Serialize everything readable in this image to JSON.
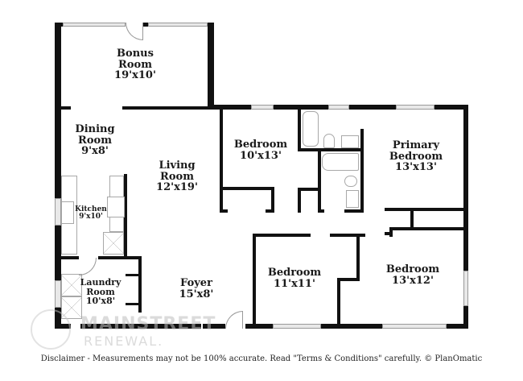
{
  "floorplan": {
    "rooms": [
      {
        "id": "bonus-room",
        "name": "Bonus\nRoom",
        "name_lines": [
          "Bonus",
          "Room"
        ],
        "dimensions": "19'x10'"
      },
      {
        "id": "dining-room",
        "name_lines": [
          "Dining",
          "Room"
        ],
        "dimensions": "9'x8'"
      },
      {
        "id": "living-room",
        "name_lines": [
          "Living",
          "Room"
        ],
        "dimensions": "12'x19'"
      },
      {
        "id": "kitchen",
        "name_lines": [
          "Kitchen"
        ],
        "dimensions": "9'x10'"
      },
      {
        "id": "bedroom-1",
        "name_lines": [
          "Bedroom"
        ],
        "dimensions": "10'x13'"
      },
      {
        "id": "primary-bedroom",
        "name_lines": [
          "Primary",
          "Bedroom"
        ],
        "dimensions": "13'x13'"
      },
      {
        "id": "laundry-room",
        "name_lines": [
          "Laundry",
          "Room"
        ],
        "dimensions": "10'x8'"
      },
      {
        "id": "foyer",
        "name_lines": [
          "Foyer"
        ],
        "dimensions": "15'x8'"
      },
      {
        "id": "bedroom-2",
        "name_lines": [
          "Bedroom"
        ],
        "dimensions": "11'x11'"
      },
      {
        "id": "bedroom-3",
        "name_lines": [
          "Bedroom"
        ],
        "dimensions": "13'x12'"
      }
    ]
  },
  "watermark": {
    "line1": "MAINSTREET",
    "line2": "RENEWAL."
  },
  "footer": {
    "disclaimer": "Disclaimer - Measurements may not be 100% accurate. Read \"Terms & Conditions\" carefully. © PlanOmatic"
  }
}
